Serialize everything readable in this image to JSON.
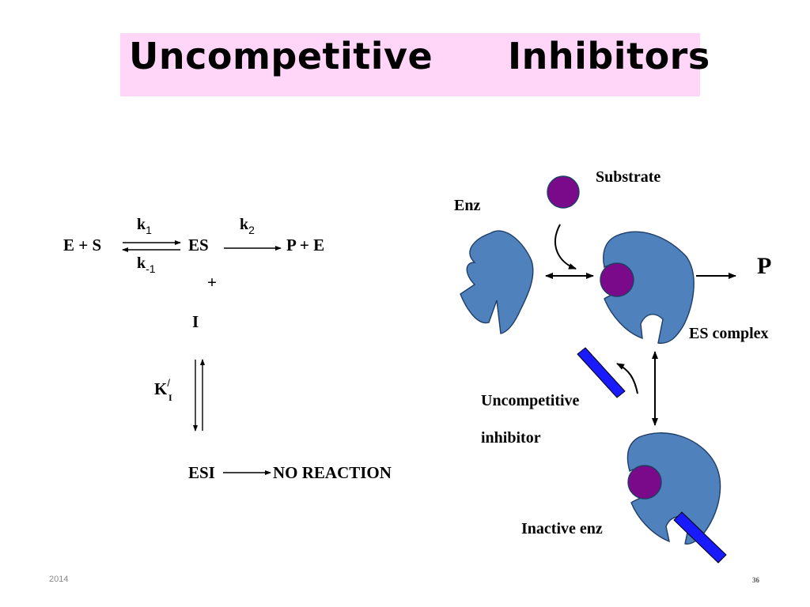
{
  "title": {
    "word1": "Uncompetitive",
    "word2": "Inhibitors"
  },
  "reaction": {
    "e_plus_s": "E + S",
    "es": "ES",
    "p_plus_e": "P + E",
    "k1": "k",
    "k1_sub": "1",
    "k_minus1": "k",
    "k_minus1_sub": "-1",
    "k2": "k",
    "k2_sub": "2",
    "plus": "+",
    "inhibitor": "I",
    "ki": "K",
    "ki_sup": "/",
    "ki_sub": "I",
    "esi": "ESI",
    "no_reaction": "NO REACTION"
  },
  "diagram": {
    "substrate_label": "Substrate",
    "enz_label": "Enz",
    "product_label": "P",
    "es_complex_label": "ES complex",
    "inhibitor_label_line1": "Uncompetitive",
    "inhibitor_label_line2": "inhibitor",
    "inactive_label": "Inactive enz"
  },
  "colors": {
    "enzyme": "#4f81bd",
    "substrate": "#7b0a8a",
    "inhibitor": "#1a1aff",
    "title_bg": "#ffd6f8"
  },
  "footer": {
    "year": "2014",
    "page": "36"
  }
}
